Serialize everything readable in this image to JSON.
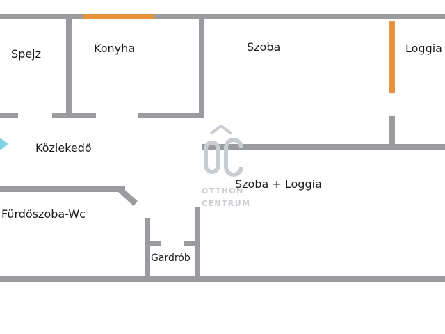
{
  "rooms": {
    "spejz": "Spejz",
    "konyha": "Konyha",
    "szoba": "Szoba",
    "loggia": "Loggia",
    "kozlekedo": "Közlekedő",
    "szoba_loggia": "Szoba + Loggia",
    "furdoszoba": "Fürdőszoba-Wc",
    "gardrob": "Gardrób"
  },
  "watermark": {
    "line1": "OTTHON",
    "line2": "CENTRUM"
  },
  "colors": {
    "wall": "#9a9b9e",
    "window": "#e8903c",
    "entrance": "#7fd3e6",
    "watermark": "#c9ccd1"
  },
  "icons": {
    "entrance": "entrance-arrow-icon",
    "logo": "otthon-centrum-logo-icon"
  }
}
